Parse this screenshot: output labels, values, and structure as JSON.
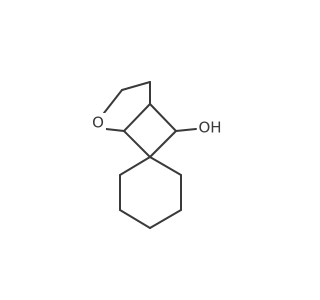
{
  "molecule": {
    "atoms": [
      {
        "id": "ring_oxygen",
        "label": "O"
      },
      {
        "id": "hydroxyl",
        "label": "OH"
      }
    ]
  },
  "colors": {
    "bond": "#3a3a3a",
    "background": "#ffffff"
  }
}
